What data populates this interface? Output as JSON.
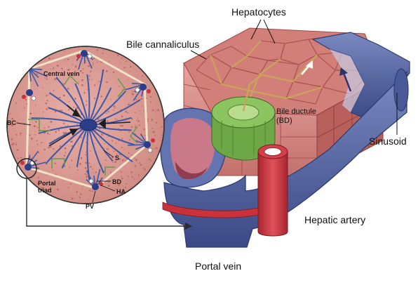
{
  "diagram": {
    "labels": {
      "hepatocytes": "Hepatocytes",
      "bile_cannaliculus": "Bile cannaliculus",
      "bile_ductule_line1": "Bile ductule",
      "bile_ductule_line2": "(BD)",
      "sinusoid": "Sinusoid",
      "hepatic_artery": "Hepatic artery",
      "portal_vein": "Portal vein"
    },
    "inset_labels": {
      "central_vein": "Central vein",
      "bc": "BC",
      "s": "S",
      "bd": "BD",
      "ha": "HA",
      "pv": "PV",
      "portal_triad_line1": "Portal",
      "portal_triad_line2": "triad"
    }
  },
  "colors": {
    "hepatocyte_pink": "#d88b86",
    "hepatocyte_dark": "#b8605c",
    "vein_blue": "#5e6ea8",
    "vein_dark": "#3b4a86",
    "artery_red": "#c9323a",
    "duct_green": "#79b34c",
    "inset_bg": "#d99a92",
    "vessel_blue": "#3d57a8"
  }
}
